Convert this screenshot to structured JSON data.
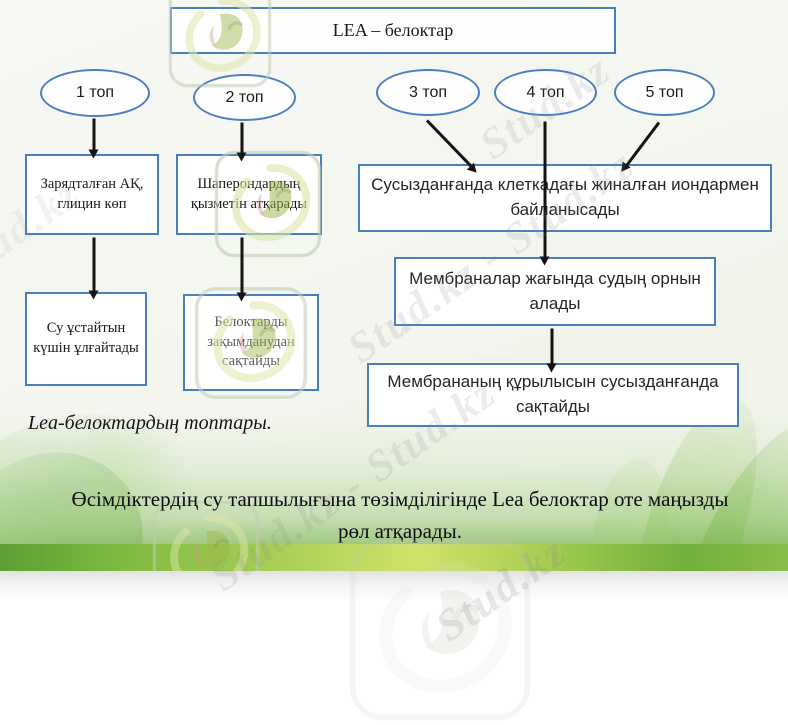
{
  "slide": {
    "title": "LEA – белоктар",
    "caption": "Lea-белоктардың топтары.",
    "footer": "Өсімдіктердің су тапшылығына төзімділігінде Lea белоктар оте маңызды рөл атқарады.",
    "watermark": {
      "text": "Stud.kz",
      "chain": "Stud.kz - Stud.kz",
      "logo_name": "stud-kz-logo"
    },
    "groups": [
      {
        "label": "1 топ"
      },
      {
        "label": "2 топ"
      },
      {
        "label": "3 топ"
      },
      {
        "label": "4 топ"
      },
      {
        "label": "5 топ"
      }
    ],
    "boxes": {
      "group1_a": "Зарядталған АҚ, глицин көп",
      "group1_b": "Су ұстайтын күшін ұлғайтады",
      "group2_a": "Шаперондардың қызметін атқарады",
      "group2_b": "Белоктарды зақымданудан сақтайды",
      "shared_a": "Сусызданғанда клеткадағы жиналған иондармен байланысады",
      "shared_b": "Мембраналар жағында судың орнын алады",
      "shared_c": "Мембрананың құрылысын сусызданғанда сақтайды"
    },
    "colors": {
      "border_blue": "#4a7fbe",
      "arrow_black": "#141414",
      "band_green": "#79b541",
      "text_black": "#1a1a1a",
      "watermark_gray": "#8a8a8a"
    }
  }
}
